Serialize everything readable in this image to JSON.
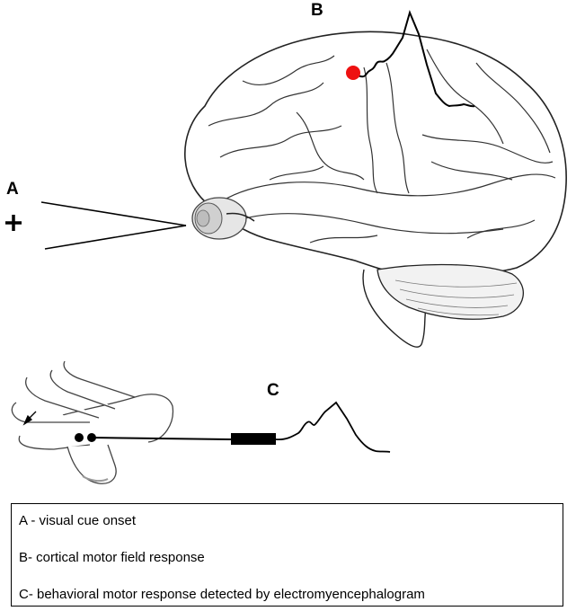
{
  "labels": {
    "a": "A",
    "b": "B",
    "c": "C"
  },
  "legend": {
    "a": "A - visual cue onset",
    "b": "B-  cortical motor field response",
    "c": "C- behavioral motor response detected by electromyencephalogram"
  },
  "colors": {
    "stimulation_site": "#ee1111",
    "line": "#000000"
  }
}
